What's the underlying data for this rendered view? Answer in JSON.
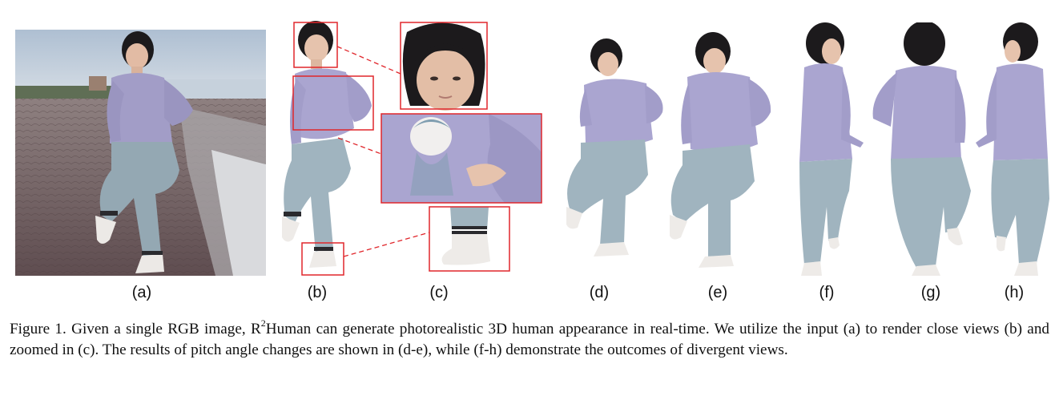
{
  "figure": {
    "sublabels": [
      "(a)",
      "(b)",
      "(c)",
      "(d)",
      "(e)",
      "(f)",
      "(g)",
      "(h)"
    ],
    "caption": {
      "prefix": "Figure 1. Given a single RGB image, R",
      "superscript": "2",
      "suffix": "Human can generate photorealistic 3D human appearance in real-time. We utilize the input (a) to render close views (b) and zoomed in (c). The results of pitch angle changes are shown in (d-e), while (f-h) demonstrate the outcomes of divergent views."
    }
  },
  "colors": {
    "sweater": "#a9a4cf",
    "sweater_dark": "#8e89b8",
    "jeans": "#9fb2bd",
    "jeans_dark": "#7d929e",
    "hair": "#1c1a1c",
    "skin": "#e9c9b3",
    "highlight_box": "#e0262b",
    "sky": "#b8c7d8",
    "sea": "#c9d5e0",
    "pavement": "#7d6a6c"
  }
}
